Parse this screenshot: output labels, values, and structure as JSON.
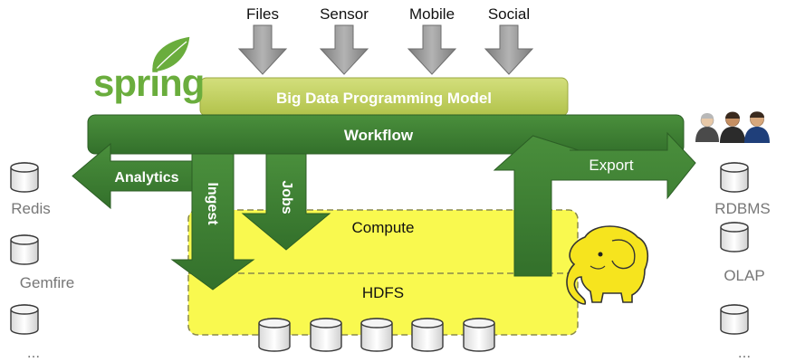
{
  "logo": {
    "text": "spring"
  },
  "sources": [
    "Files",
    "Sensor",
    "Mobile",
    "Social"
  ],
  "programming_model": {
    "label": "Big Data Programming Model"
  },
  "workflow": {
    "label": "Workflow"
  },
  "flows": {
    "analytics": "Analytics",
    "ingest": "Ingest",
    "jobs": "Jobs",
    "export": "Export"
  },
  "hadoop": {
    "compute": "Compute",
    "hdfs": "HDFS"
  },
  "left_stores": [
    "Redis",
    "Gemfire",
    "..."
  ],
  "right_stores": [
    "RDBMS",
    "OLAP",
    "..."
  ],
  "colors": {
    "dark_green": "#3e7f33",
    "green_stroke": "#2c5e25",
    "olive": "#c3d25f",
    "spring_green": "#6aad3d",
    "hadoop_yellow": "#f9f94f",
    "source_arrow": "#8e8e8e",
    "store_gray": "#707070"
  },
  "icons": [
    "spring-leaf-icon",
    "users-icon",
    "elephant-icon",
    "database-icon"
  ]
}
